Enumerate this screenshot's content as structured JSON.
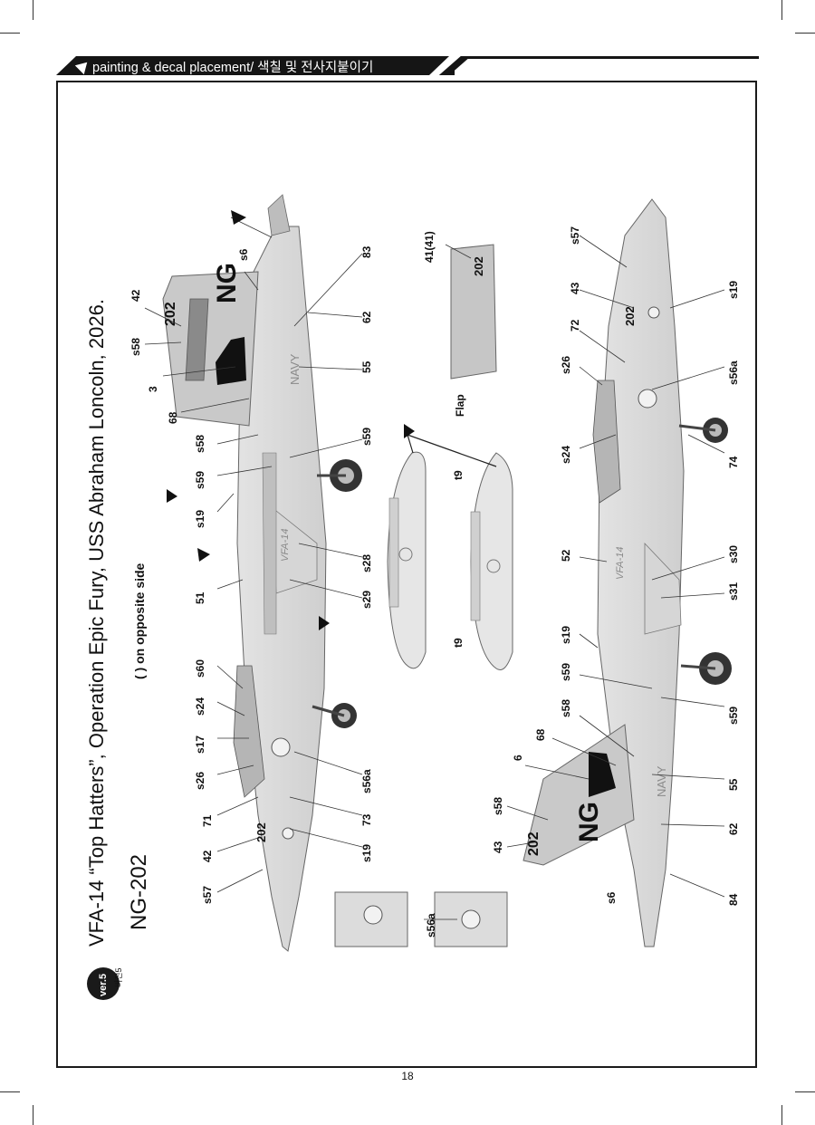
{
  "header": {
    "title": "painting & decal placement/ 색칠 및 전사지붙이기"
  },
  "main": {
    "title": "VFA-14 “Top Hatters”, Operation Epic Fury, USS Abraham Loncoln, 2026.",
    "subtitle": "NG-202",
    "note": "(   ) on opposite side",
    "version_label": "ver.5",
    "version_label_kr": "버전5"
  },
  "diagram": {
    "upper_labels": [
      "42",
      "s58",
      "3",
      "68",
      "s58",
      "s59",
      "s19",
      "51",
      "s60",
      "s24",
      "s17",
      "s26",
      "71",
      "42",
      "s57",
      "s6",
      "83",
      "62",
      "55",
      "s59",
      "s28",
      "s29",
      "s56a",
      "73",
      "s19"
    ],
    "lower_labels": [
      "s57",
      "43",
      "s19",
      "72",
      "s26",
      "s56a",
      "s24",
      "74",
      "52",
      "s30",
      "s31",
      "s19",
      "s59",
      "s59",
      "s58",
      "68",
      "6",
      "55",
      "s58",
      "43",
      "62",
      "s6",
      "84"
    ],
    "inset_label": "s56a",
    "flap_label": "Flap",
    "flap_decal": "41(41)",
    "tank_decal": "t9",
    "aircraft_modex": "202",
    "tail_code": "NG",
    "squadron_marking": "VFA-14",
    "navy_marking": "NAVY"
  },
  "page": {
    "number": "18"
  }
}
